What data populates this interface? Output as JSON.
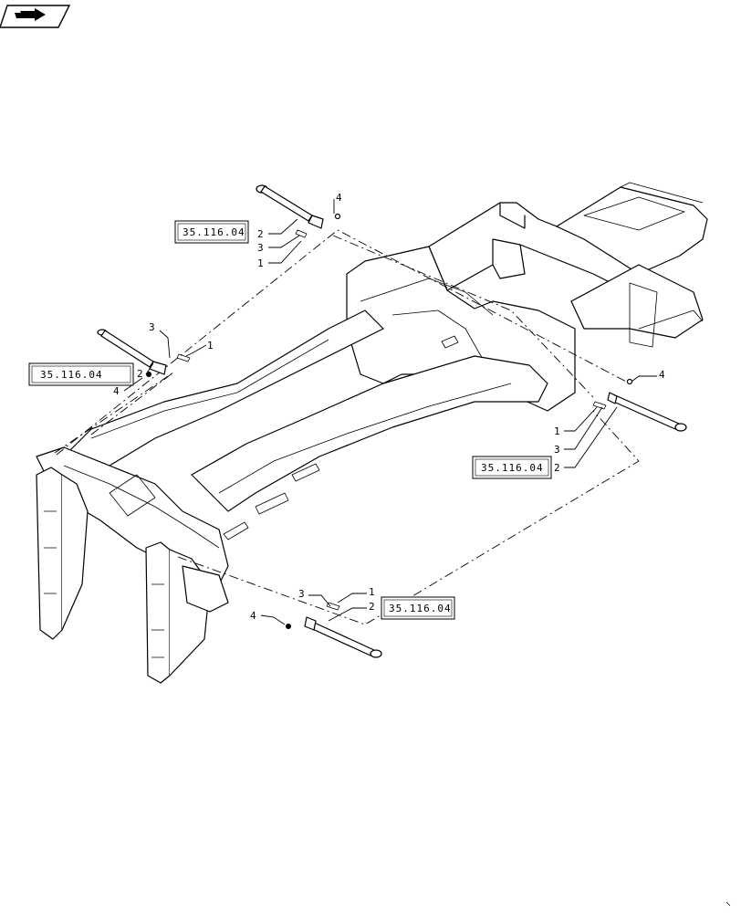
{
  "references": [
    {
      "id": "ref-top-left",
      "label": "35.116.04"
    },
    {
      "id": "ref-mid-left",
      "label": "35.116.04"
    },
    {
      "id": "ref-right",
      "label": "35.116.04"
    },
    {
      "id": "ref-bottom",
      "label": "35.116.04"
    }
  ],
  "callouts": {
    "c1": {
      "label": "1"
    },
    "c2": {
      "label": "2"
    },
    "c3": {
      "label": "3"
    },
    "c4": {
      "label": "4"
    }
  },
  "nav_icon": "next-page-arrow-icon"
}
